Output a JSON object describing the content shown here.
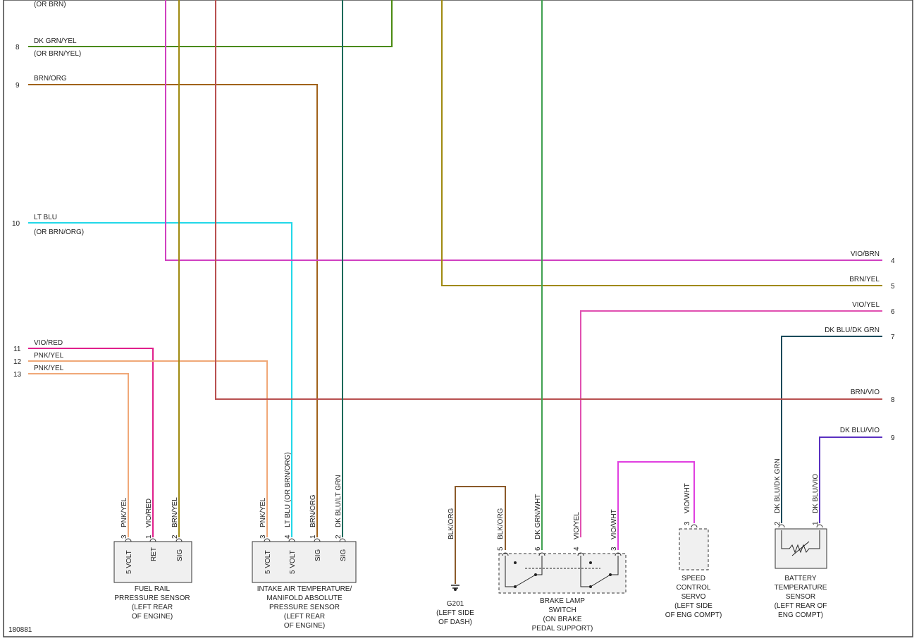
{
  "frame_id": "180881",
  "left_connector": {
    "top_cut_label": "(OR BRN)",
    "pins": [
      {
        "num": "8",
        "color_label": "DK GRN/YEL",
        "alt_label": "(OR BRN/YEL)",
        "stroke": "#4a8a10"
      },
      {
        "num": "9",
        "color_label": "BRN/ORG",
        "alt_label": "",
        "stroke": "#a0621a"
      },
      {
        "num": "10",
        "color_label": "LT BLU",
        "alt_label": "(OR BRN/ORG)",
        "stroke": "#22d8e8"
      },
      {
        "num": "11",
        "color_label": "VIO/RED",
        "alt_label": "",
        "stroke": "#e0208c"
      },
      {
        "num": "12",
        "color_label": "PNK/YEL",
        "alt_label": "",
        "stroke": "#f0a878"
      },
      {
        "num": "13",
        "color_label": "PNK/YEL",
        "alt_label": "",
        "stroke": "#f0a878"
      }
    ]
  },
  "right_connector": {
    "pins": [
      {
        "num": "4",
        "color_label": "VIO/BRN",
        "stroke": "#d040c0"
      },
      {
        "num": "5",
        "color_label": "BRN/YEL",
        "stroke": "#a08a10"
      },
      {
        "num": "6",
        "color_label": "VIO/YEL",
        "stroke": "#e050b0"
      },
      {
        "num": "7",
        "color_label": "DK BLU/DK GRN",
        "stroke": "#1a4a5a"
      },
      {
        "num": "8",
        "color_label": "BRN/VIO",
        "stroke": "#b85050"
      },
      {
        "num": "9",
        "color_label": "DK BLU/VIO",
        "stroke": "#5a30c0"
      }
    ]
  },
  "components": {
    "fuel_rail": {
      "name_lines": [
        "FUEL RAIL",
        "PRRESSURE SENSOR",
        "(LEFT REAR",
        "OF ENGINE)"
      ],
      "pins": [
        {
          "num": "3",
          "wire": "PNK/YEL",
          "func": "5 VOLT"
        },
        {
          "num": "1",
          "wire": "VIO/RED",
          "func": "RET"
        },
        {
          "num": "2",
          "wire": "BRN/YEL",
          "func": "SIG"
        }
      ]
    },
    "iat_map": {
      "name_lines": [
        "INTAKE AIR TEMPERATURE/",
        "MANIFOLD ABSOLUTE",
        "PRESSURE SENSOR",
        "(LEFT REAR",
        "OF ENGINE)"
      ],
      "pins": [
        {
          "num": "3",
          "wire": "PNK/YEL",
          "func": "5 VOLT"
        },
        {
          "num": "4",
          "wire": "LT BLU (OR BRN/ORG)",
          "func": "5 VOLT"
        },
        {
          "num": "1",
          "wire": "BRN/ORG",
          "func": "SIG"
        },
        {
          "num": "2",
          "wire": "DK BLU/LT GRN",
          "func": "SIG"
        }
      ]
    },
    "ground": {
      "wire": "BLK/ORG",
      "name_lines": [
        "G201",
        "(LEFT SIDE",
        "OF DASH)"
      ]
    },
    "brake_switch": {
      "name_lines": [
        "BRAKE LAMP",
        "SWITCH",
        "(ON BRAKE",
        "PEDAL SUPPORT)"
      ],
      "pins": [
        {
          "num": "5",
          "wire": "BLK/ORG"
        },
        {
          "num": "6",
          "wire": "DK GRN/WHT"
        },
        {
          "num": "4",
          "wire": "VIO/YEL"
        },
        {
          "num": "3",
          "wire": "VIO/WHT"
        }
      ]
    },
    "speed_servo": {
      "name_lines": [
        "SPEED",
        "CONTROL",
        "SERVO",
        "(LEFT SIDE",
        "OF ENG COMPT)"
      ],
      "pins": [
        {
          "num": "3",
          "wire": "VIO/WHT"
        }
      ]
    },
    "battery_temp": {
      "name_lines": [
        "BATTERY",
        "TEMPERATURE",
        "SENSOR",
        "(LEFT REAR OF",
        "ENG COMPT)"
      ],
      "pins": [
        {
          "num": "2",
          "wire": "DK BLU/DK GRN"
        },
        {
          "num": "1",
          "wire": "DK BLU/VIO"
        }
      ]
    }
  },
  "extra_wire_colors": {
    "through_brn_yel": "#a08a10",
    "through_dk_blu_lt_grn": "#1a6a5a",
    "brake_dk_grn_wht": "#40a050",
    "vio_wht": "#e040e0",
    "blk_org": "#8a5a2a",
    "ground": "#222222"
  }
}
